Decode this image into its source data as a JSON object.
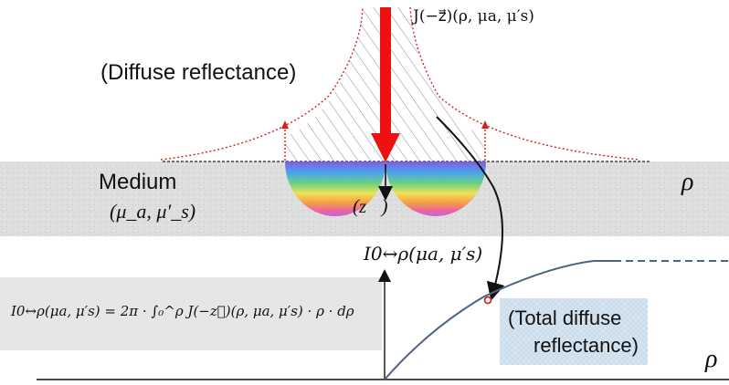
{
  "labels": {
    "diffuse_reflectance": "(Diffuse reflectance)",
    "medium": "Medium",
    "medium_params": "(μ_a, μ′_s)",
    "z_direction": "(z⃗)",
    "flux_label": "J(−z⃗)(ρ, μa, μ′s)",
    "rho_top": "ρ",
    "rho_bottom": "ρ",
    "integrated_label": "I0↔ρ(μa, μ′s)",
    "total_diffuse_reflectance_line1": "(Total diffuse",
    "total_diffuse_reflectance_line2": "reflectance)",
    "equation": "I0↔ρ(μa, μ′s) = 2π · ∫₀^ρ J(−z⃗)(ρ, μa, μ′s) · ρ · dρ"
  },
  "colors": {
    "medium_fill": "#dcdcdc",
    "incident_arrow": "#ee1111",
    "envelope": "#d22020",
    "hatch": "#7a8fb0",
    "curve": "#4d6486",
    "marker": "#d42a2a",
    "note_box": "#cfe0ee",
    "equation_box": "#e6e6e6"
  },
  "icons": [
    "incident-beam-arrow",
    "z-direction-arrow",
    "curved-pointer-arrow",
    "rainbow-photon-banana"
  ]
}
